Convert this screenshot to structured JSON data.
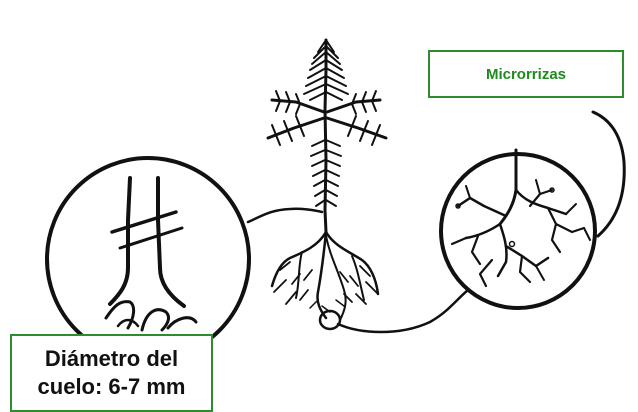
{
  "labels": {
    "microrrizas": "Microrrizas",
    "diametro_line1": "Diámetro del",
    "diametro_line2": "cuelo: 6-7 mm"
  },
  "colors": {
    "box_border": "#2e8b2e",
    "microrrizas_text": "#1f8a1f",
    "diametro_text": "#111111",
    "ink": "#111111"
  },
  "icons": {
    "seedling": "seedling-icon",
    "stem_zoom": "stem-collar-magnifier-icon",
    "root_zoom": "mycorrhiza-magnifier-icon"
  }
}
